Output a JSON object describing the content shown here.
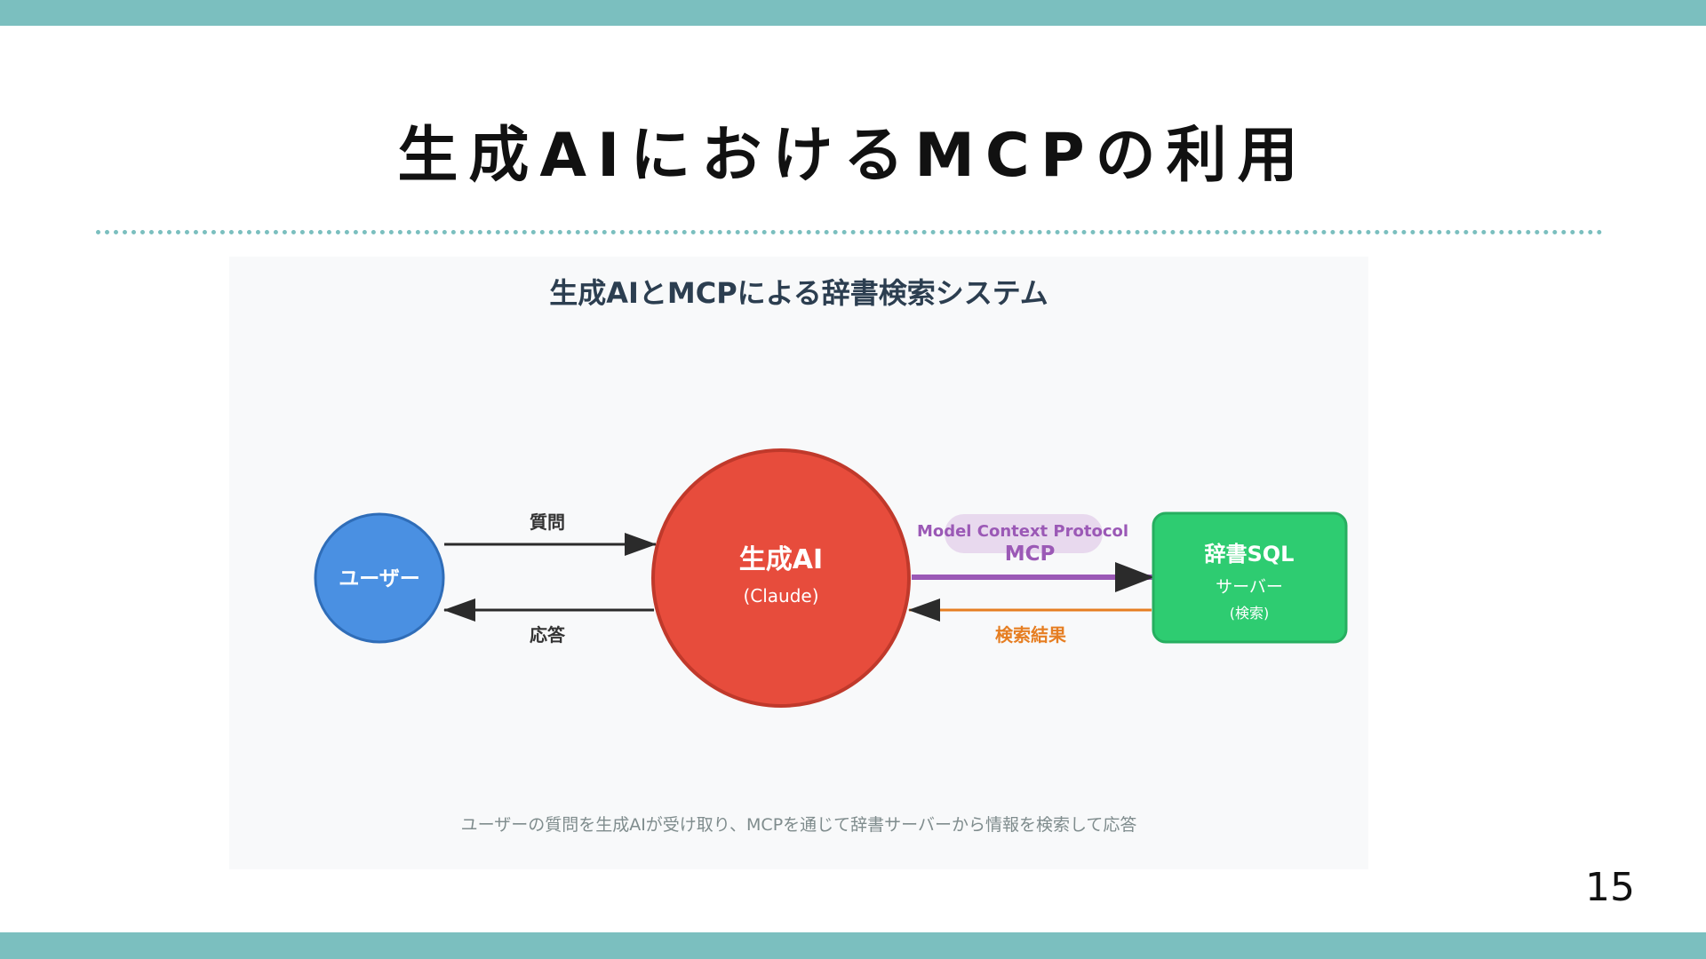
{
  "slide": {
    "title": "生成AIにおけるMCPの利用",
    "page_number": "15"
  },
  "diagram": {
    "title": "生成AIとMCPによる辞書検索システム",
    "caption": "ユーザーの質問を生成AIが受け取り、MCPを通じて辞書サーバーから情報を検索して応答",
    "nodes": {
      "user": {
        "label": "ユーザー",
        "color": "#4a90e2"
      },
      "ai": {
        "label": "生成AI",
        "sublabel": "(Claude)",
        "color": "#e74c3c"
      },
      "server": {
        "label": "辞書SQL",
        "sublabel": "サーバー",
        "sublabel2": "(検索)",
        "color": "#2ecc71"
      }
    },
    "edges": {
      "question": {
        "label": "質問"
      },
      "answer": {
        "label": "応答"
      },
      "mcp": {
        "label": "MCP",
        "sublabel": "Model Context Protocol",
        "color": "#9b59b6"
      },
      "results": {
        "label": "検索結果",
        "color": "#e67e22"
      }
    }
  }
}
